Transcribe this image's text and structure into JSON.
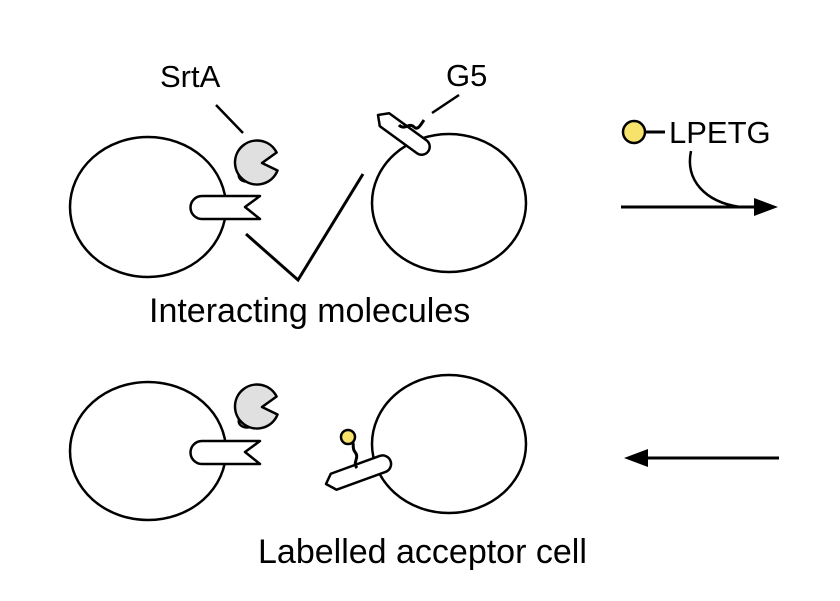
{
  "labels": {
    "srta": "SrtA",
    "g5": "G5",
    "substrate": "LPETG",
    "top_caption": "Interacting molecules",
    "bottom_caption": "Labelled acceptor cell"
  },
  "colors": {
    "stroke": "#000000",
    "cell_fill": "#ffffff",
    "srta_fill": "#e0e0e0",
    "label_fill": "#f7e26b"
  }
}
